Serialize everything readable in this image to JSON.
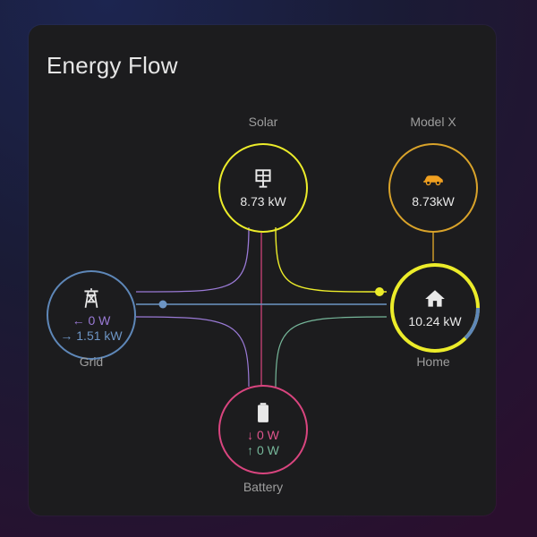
{
  "card": {
    "title": "Energy Flow"
  },
  "nodes": {
    "solar": {
      "label": "Solar",
      "value": "8.73 kW",
      "icon": "solar-panel-icon"
    },
    "model_x": {
      "label": "Model X",
      "value": "8.73kW",
      "icon": "car-icon"
    },
    "grid": {
      "label": "Grid",
      "import": "← 0 W",
      "export": "→ 1.51 kW",
      "icon": "transmission-tower-icon"
    },
    "home": {
      "label": "Home",
      "value": "10.24 kW",
      "icon": "home-icon"
    },
    "battery": {
      "label": "Battery",
      "charge": "↓ 0 W",
      "discharge": "↑ 0 W",
      "icon": "battery-icon"
    }
  },
  "colors": {
    "solar": "#ecec2a",
    "model_x": "#d9a32a",
    "grid": "#5e87b8",
    "battery": "#d9457f",
    "home_ring_solar": "#ecec2a",
    "home_ring_grid": "#5e87b8",
    "flow_grid_to_home": "#6d95c4",
    "flow_solar_to_grid": "#9a7ad6",
    "flow_battery": "#76b79a"
  }
}
